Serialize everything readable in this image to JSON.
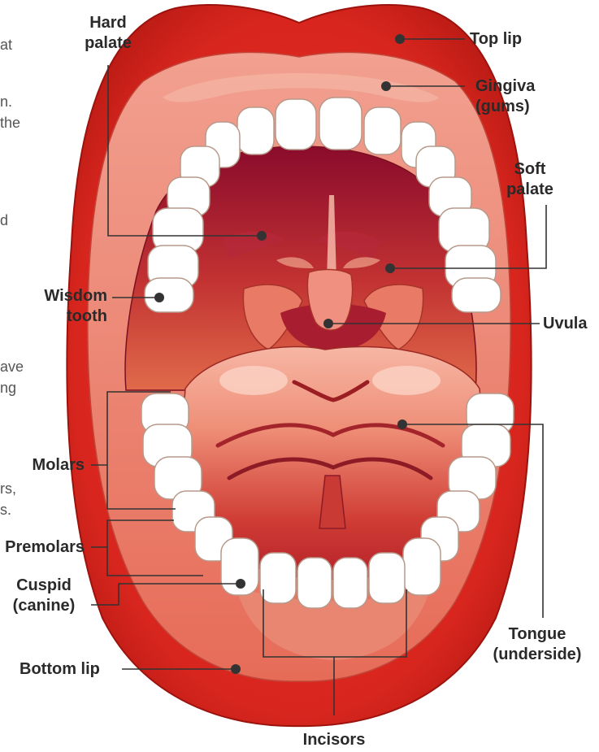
{
  "labels": {
    "top_lip": "Top lip",
    "gingiva": [
      "Gingiva",
      "(gums)"
    ],
    "soft_palate": [
      "Soft",
      "palate"
    ],
    "hard_palate": [
      "Hard",
      "palate"
    ],
    "wisdom_tooth": [
      "Wisdom",
      "tooth"
    ],
    "uvula": "Uvula",
    "molars": "Molars",
    "premolars": "Premolars",
    "cuspid": [
      "Cuspid",
      "(canine)"
    ],
    "tongue": [
      "Tongue",
      "(underside)"
    ],
    "bottom_lip": "Bottom lip",
    "incisors": "Incisors"
  },
  "cropped_fragments": [
    "at",
    "n.",
    "the",
    "d",
    "ave",
    "ng",
    "rs,",
    "s."
  ],
  "colors": {
    "lip": "#d8261e",
    "lip_dark": "#a8150f",
    "mouth_lining": "#ef8a7a",
    "throat": "#8c0f2e",
    "tongue": "#f2a08f",
    "teeth": "#ffffff",
    "tooth_outline": "#b89a8a",
    "leader_line": "#333333"
  }
}
